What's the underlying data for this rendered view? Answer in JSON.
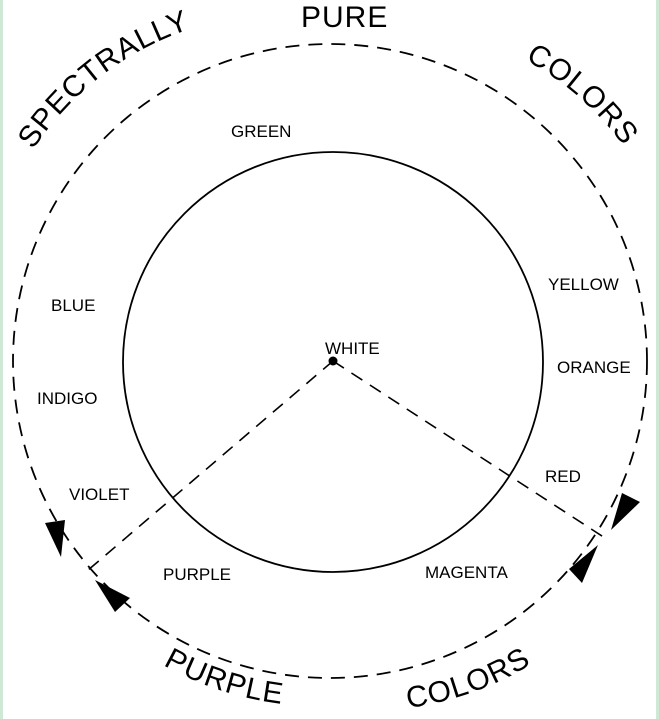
{
  "diagram": {
    "center_label": "WHITE",
    "hue_labels": {
      "green": "GREEN",
      "yellow": "YELLOW",
      "orange": "ORANGE",
      "red": "RED",
      "magenta": "MAGENTA",
      "purple": "PURPLE",
      "violet": "VIOLET",
      "indigo": "INDIGO",
      "blue": "BLUE"
    },
    "arc_labels": {
      "spectrally": "SPECTRALLY",
      "pure": "PURE",
      "colors_top": "COLORS",
      "purple": "PURPLE",
      "colors_bottom": "COLORS"
    },
    "colors": {
      "stroke": "#000000",
      "background": "#ffffff",
      "frame": "#cfe8d6"
    }
  }
}
